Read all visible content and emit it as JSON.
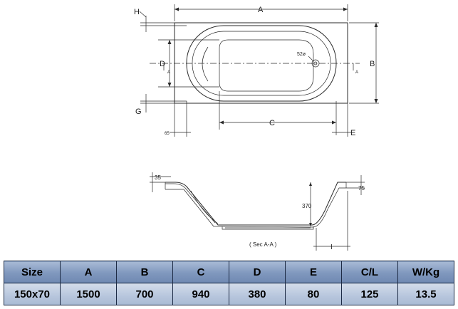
{
  "plan_view": {
    "dim_labels": {
      "A": "A",
      "B": "B",
      "C": "C",
      "D": "D",
      "E": "E",
      "G": "G",
      "H": "H"
    },
    "section_marks": [
      "A",
      "A"
    ],
    "drain_label": "52ø",
    "offset_label": "65"
  },
  "section_view": {
    "caption": "( Sec A-A )",
    "dim_35": "35",
    "dim_75": "75",
    "dim_370": "370",
    "dim_I": "I"
  },
  "spec_table": {
    "headers": [
      "Size",
      "A",
      "B",
      "C",
      "D",
      "E",
      "C/L",
      "W/Kg"
    ],
    "rows": [
      [
        "150x70",
        "1500",
        "700",
        "940",
        "380",
        "80",
        "125",
        "13.5"
      ]
    ]
  }
}
